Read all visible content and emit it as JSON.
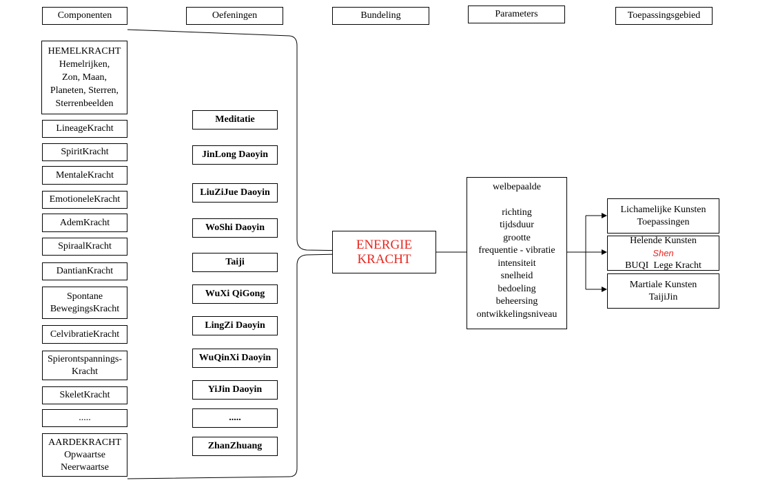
{
  "headers": {
    "components": "Componenten",
    "exercises": "Oefeningen",
    "bundling": "Bundeling",
    "parameters": "Parameters",
    "application": "Toepassingsgebied"
  },
  "components": {
    "heaven": [
      "HEMELKRACHT",
      "Hemelrijken,",
      "Zon, Maan,",
      "Planeten, Sterren,",
      "Sterrenbeelden"
    ],
    "lineage": "LineageKracht",
    "spirit": "SpiritKracht",
    "mental": "MentaleKracht",
    "emotional": "EmotioneleKracht",
    "breath": "AdemKracht",
    "spiral": "SpiraalKracht",
    "dantian": "DantianKracht",
    "spontaneous": [
      "Spontane",
      "BewegingsKracht"
    ],
    "cellvibration": "CelvibratieKracht",
    "muscle": [
      "Spierontspannings-",
      "Kracht"
    ],
    "skeleton": "SkeletKracht",
    "more": ".....",
    "earth": [
      "AARDEKRACHT",
      "Opwaartse",
      "Neerwaartse"
    ]
  },
  "exercises": {
    "meditation": "Meditatie",
    "jinlong": "JinLong Daoyin",
    "liuzijue": "LiuZiJue Daoyin",
    "woshi": "WoShi Daoyin",
    "taiji": "Taiji",
    "wuxi": "WuXi QiGong",
    "lingzi": "LingZi Daoyin",
    "wuqinxi": "WuQinXi Daoyin",
    "yijin": "YiJin Daoyin",
    "more": ".....",
    "zhanzhuang": "ZhanZhuang"
  },
  "bundling": {
    "line1": "ENERGIE",
    "line2": "KRACHT"
  },
  "parameters": {
    "intro": "welbepaalde",
    "items": [
      "richting",
      "tijdsduur",
      "grootte",
      "frequentie - vibratie",
      "intensiteit",
      "snelheid",
      "bedoeling",
      "beheersing",
      "ontwikkelingsniveau"
    ]
  },
  "applications": {
    "physical": [
      "Lichamelijke Kunsten",
      "Toepassingen"
    ],
    "healing": {
      "line1": "Helende Kunsten",
      "shen": "Shen",
      "rest": "BUQI  Lege Kracht"
    },
    "martial": [
      "Martiale Kunsten",
      "TaijiJin"
    ]
  },
  "colors": {
    "accent_red": "#e8261f",
    "line": "#000000"
  }
}
